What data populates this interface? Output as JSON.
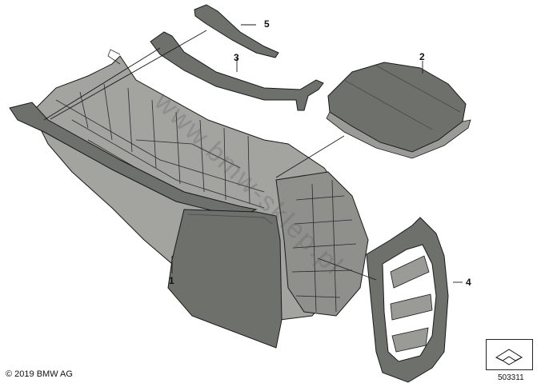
{
  "callouts": [
    {
      "id": "5",
      "label": "5"
    },
    {
      "id": "3",
      "label": "3"
    },
    {
      "id": "2",
      "label": "2"
    },
    {
      "id": "1",
      "label": "1"
    },
    {
      "id": "4",
      "label": "4"
    }
  ],
  "copyright": "© 2019 BMW AG",
  "diagram_number": "503311",
  "watermark": "www.bmw-sklep.pl",
  "colors": {
    "part_fill": "#6e706c",
    "part_dark": "#4f514e",
    "part_light": "#8a8c88",
    "frame_fill": "#9a9b97",
    "line": "#1a1a1a"
  },
  "icons": [
    "arrow-stamp-icon"
  ]
}
